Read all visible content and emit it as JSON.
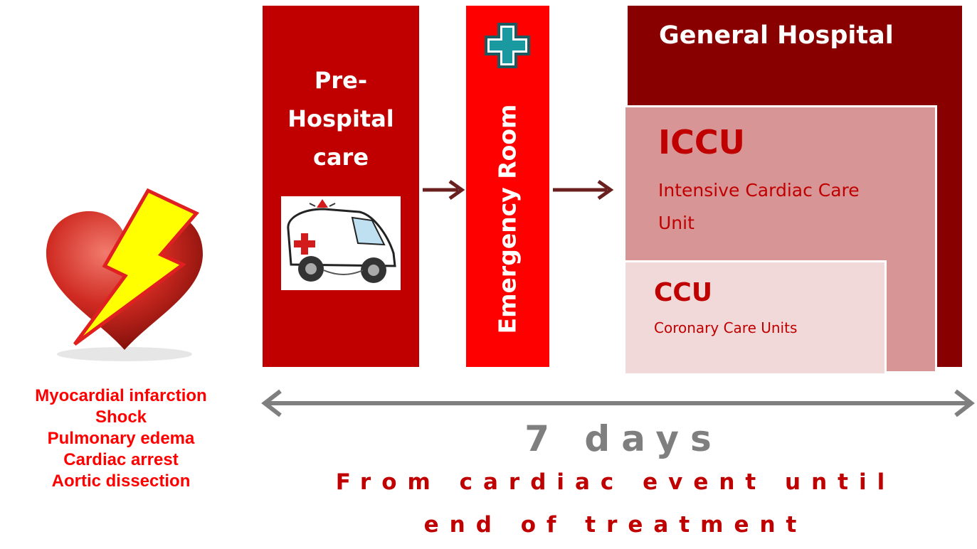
{
  "prehospital": {
    "title": "Pre-\nHospital\ncare",
    "title_lines": [
      "Pre-",
      "Hospital",
      "care"
    ],
    "image": "ambulance-illustration"
  },
  "emergency_room": {
    "label": "Emergency Room",
    "icon": "medical-cross-icon"
  },
  "general_hospital": {
    "title": "General Hospital",
    "iccu": {
      "title": "ICCU",
      "subtitle": "Intensive Cardiac Care Unit",
      "subtitle_lines": [
        "Intensive Cardiac Care",
        "Unit"
      ]
    },
    "ccu": {
      "title": "CCU",
      "subtitle": "Coronary Care Units"
    }
  },
  "conditions": [
    "Myocardial infarction",
    "Shock",
    "Pulmonary edema",
    "Cardiac arrest",
    "Aortic dissection"
  ],
  "timeline": {
    "duration": "7 days",
    "subtitle_lines": [
      "From cardiac event until",
      "end of treatment"
    ]
  },
  "icons": [
    "heart-icon",
    "lightning-bolt-icon",
    "arrow-right-icon",
    "double-arrow-icon"
  ],
  "colors": {
    "prehospital": "#c00000",
    "emergency": "#ff0000",
    "hospital": "#890000",
    "iccu": "#d89596",
    "ccu": "#f1d9d9",
    "cross": "#1a9aa0",
    "arrow": "#6b2020",
    "timeline": "#7f7f7f",
    "text_red": "#ff0000"
  }
}
